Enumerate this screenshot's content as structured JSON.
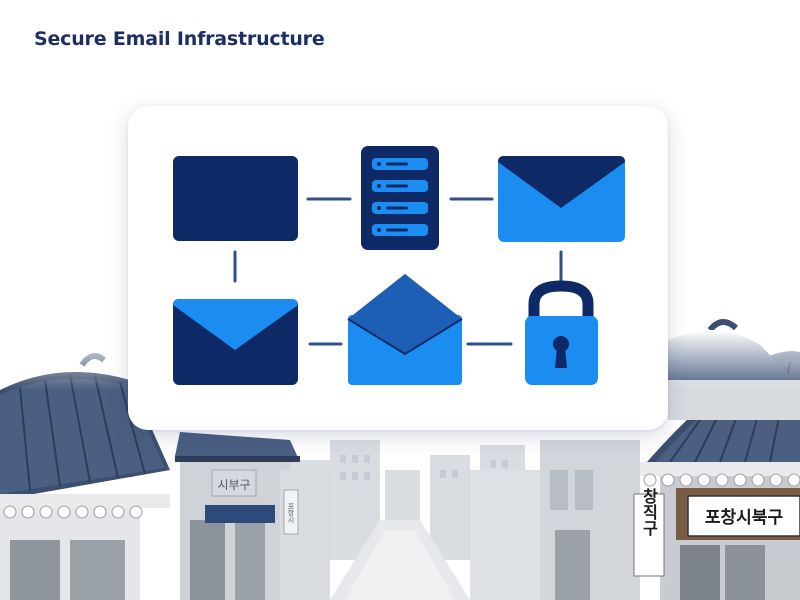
{
  "header": {
    "title": "Secure Email Infrastructure"
  },
  "street": {
    "sign_left": "시부구",
    "sign_vertical_small": "포항시",
    "sign_vertical_large": "창직구",
    "sign_right": "포창시북구"
  },
  "icons": [
    "document-icon",
    "server-icon",
    "envelope-icon",
    "envelope-icon",
    "open-envelope-icon",
    "padlock-icon"
  ],
  "colors": {
    "title": "#1b2f63",
    "navy": "#0e2a66",
    "blue": "#1b8cf0",
    "mid_blue": "#1d5fb5",
    "connector": "#2d4f8a"
  }
}
